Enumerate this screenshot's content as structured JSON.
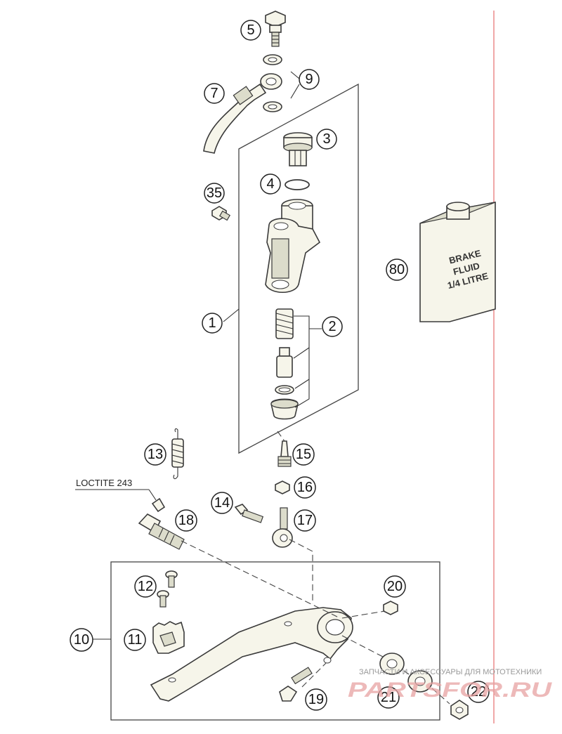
{
  "callouts": [
    "1",
    "2",
    "3",
    "4",
    "5",
    "7",
    "9",
    "10",
    "11",
    "12",
    "13",
    "14",
    "15",
    "16",
    "17",
    "18",
    "19",
    "20",
    "21",
    "22",
    "35",
    "80"
  ],
  "annotation": "LOCTITE 243",
  "bottle_label": [
    "BRAKE",
    "FLUID",
    "1/4 LITRE"
  ],
  "watermark": {
    "tagline": "ЗАПЧАСТИ И АКСЕССУАРЫ ДЛЯ МОТОТЕХНИКИ",
    "brand": "PARTSFOR.RU"
  },
  "colors": {
    "line": "#3a3a3a",
    "part_fill": "#f6f5ea",
    "margin_line": "#e05050",
    "watermark": "#e7a2a2"
  }
}
